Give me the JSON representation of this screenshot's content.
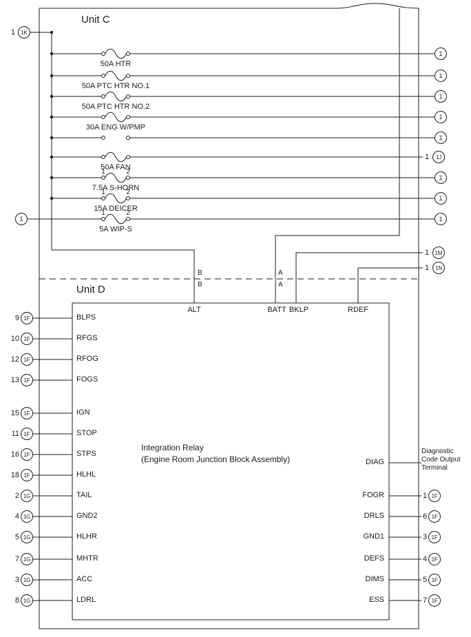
{
  "unit_c": {
    "title": "Unit C",
    "feed_connector": {
      "pin": "1",
      "code": "1K"
    },
    "wips_source_connector": {
      "code": "1"
    },
    "rows": [
      {
        "label": "50A HTR",
        "right": {
          "code": "1"
        }
      },
      {
        "label": "50A PTC HTR NO.1",
        "right": {
          "code": "1"
        }
      },
      {
        "label": "50A PTC HTR NO.2",
        "right": {
          "code": "1"
        }
      },
      {
        "label": "30A ENG W/PMP",
        "right": {
          "code": "1"
        }
      },
      {
        "label": "",
        "right": {
          "code": "1"
        }
      },
      {
        "label": "50A FAN",
        "right": {
          "pin": "1",
          "code": "1J"
        }
      },
      {
        "label": "7.5A S-HORN",
        "t1": "1",
        "t2": "2",
        "right": {
          "code": "1"
        }
      },
      {
        "label": "15A DEICER",
        "t1": "1",
        "t2": "2",
        "right": {
          "code": "1"
        }
      },
      {
        "label": "5A WIP-S",
        "t1": "1",
        "t2": "2",
        "right": {
          "code": "1"
        }
      }
    ],
    "bklp_connector": {
      "pin": "1",
      "code": "1M"
    },
    "rdef_connector": {
      "pin": "1",
      "code": "1N"
    }
  },
  "interface_marks": {
    "b_top": "B",
    "b_bottom": "B",
    "a_top": "A",
    "a_bottom": "A"
  },
  "unit_d": {
    "title": "Unit D",
    "name_line1": "Integration Relay",
    "name_line2": "(Engine Room Junction Block Assembly)",
    "top_pins": [
      "ALT",
      "BATT",
      "BKLP",
      "RDEF"
    ],
    "left_pins": [
      {
        "name": "BLPS",
        "pin": "9",
        "code": "1F"
      },
      {
        "name": "RFGS",
        "pin": "10",
        "code": "1F"
      },
      {
        "name": "RFOG",
        "pin": "12",
        "code": "1F"
      },
      {
        "name": "FOGS",
        "pin": "13",
        "code": "1F"
      },
      {
        "name": "IGN",
        "pin": "15",
        "code": "1F"
      },
      {
        "name": "STOP",
        "pin": "11",
        "code": "1F"
      },
      {
        "name": "STPS",
        "pin": "16",
        "code": "1F"
      },
      {
        "name": "HLHL",
        "pin": "18",
        "code": "1F"
      },
      {
        "name": "TAIL",
        "pin": "2",
        "code": "1G"
      },
      {
        "name": "GND2",
        "pin": "4",
        "code": "1G"
      },
      {
        "name": "HLHR",
        "pin": "5",
        "code": "1G"
      },
      {
        "name": "MHTR",
        "pin": "7",
        "code": "1G"
      },
      {
        "name": "ACC",
        "pin": "3",
        "code": "1G"
      },
      {
        "name": "LDRL",
        "pin": "8",
        "code": "1G"
      }
    ],
    "diag_pin": {
      "name": "DIAG",
      "note": "Diagnostic Code Output Terminal"
    },
    "right_pins": [
      {
        "name": "FOGR",
        "pin": "1",
        "code": "1F"
      },
      {
        "name": "DRLS",
        "pin": "6",
        "code": "1F"
      },
      {
        "name": "GND1",
        "pin": "3",
        "code": "1F"
      },
      {
        "name": "DEFS",
        "pin": "4",
        "code": "1F"
      },
      {
        "name": "DIMS",
        "pin": "5",
        "code": "1F"
      },
      {
        "name": "ESS",
        "pin": "7",
        "code": "1F"
      }
    ]
  }
}
